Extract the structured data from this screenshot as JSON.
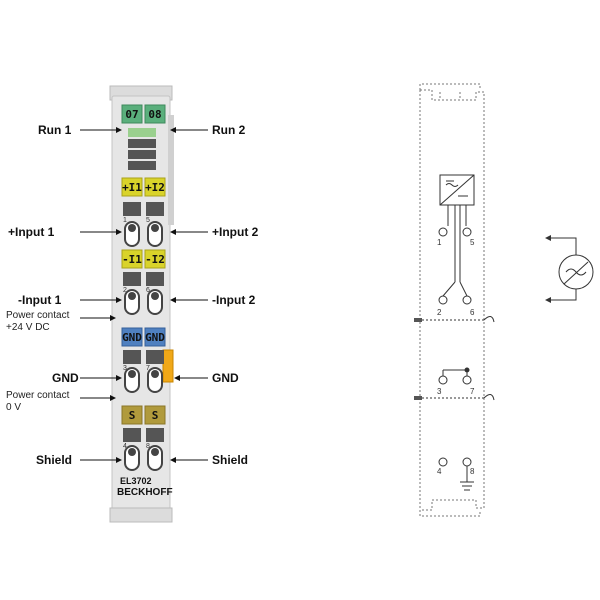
{
  "labels": {
    "run1": "Run 1",
    "run2": "Run 2",
    "input1_plus": "+Input 1",
    "input2_plus": "+Input 2",
    "input1_minus": "-Input 1",
    "input2_minus": "-Input 2",
    "power_24_line1": "Power contact",
    "power_24_line2": "+24 V DC",
    "gnd_left": "GND",
    "gnd_right": "GND",
    "power_0_line1": "Power contact",
    "power_0_line2": "0 V",
    "shield_left": "Shield",
    "shield_right": "Shield"
  },
  "terminal": {
    "led_07": "07",
    "led_08": "08",
    "plus_i1": "+I1",
    "plus_i2": "+I2",
    "minus_i1": "-I1",
    "minus_i2": "-I2",
    "gnd1": "GND",
    "gnd2": "GND",
    "s1": "S",
    "s2": "S",
    "model": "EL3702",
    "brand": "BECKHOFF",
    "pins": [
      "1",
      "5",
      "2",
      "6",
      "3",
      "7",
      "4",
      "8"
    ]
  },
  "schematic": {
    "pins": [
      "1",
      "5",
      "2",
      "6",
      "3",
      "7",
      "4",
      "8"
    ]
  },
  "colors": {
    "body": "#e6e6e6",
    "led_green": "#5aaf7c",
    "yellow": "#d9d32a",
    "blue": "#4f80c0",
    "olive": "#b09a3c",
    "orange": "#f0a818"
  }
}
